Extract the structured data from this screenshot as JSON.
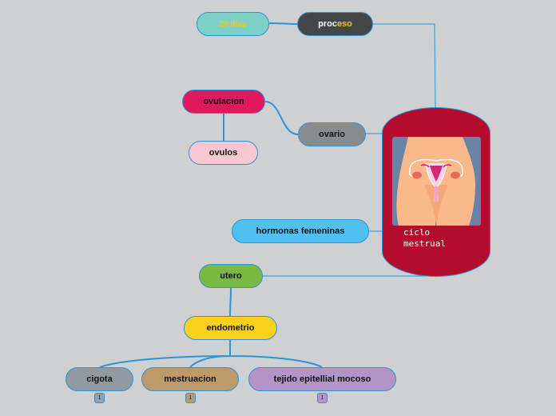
{
  "central": {
    "label_line1": "ciclo",
    "label_line2": "mestrual",
    "image_icon": "uterus-illustration-icon"
  },
  "nodes": {
    "dias": "28 días",
    "proceso_a": "proc",
    "proceso_b": "eso",
    "ovulacion": "ovulacion",
    "ovulos": "ovulos",
    "ovario": "ovario",
    "hormonas": "hormonas femeninas",
    "utero": "utero",
    "endometrio": "endometrio",
    "cigota": "cigota",
    "mestruacion": "mestruacion",
    "tejido": "tejido epitellial mocoso"
  },
  "badges": {
    "cigota": "1",
    "mestruacion": "1",
    "tejido": "1"
  },
  "colors": {
    "background": "#cfd0d2",
    "connector": "#2e93d8",
    "central_fill": "#b40c2b",
    "dias": "#7ecfc6",
    "proceso": "#434547",
    "ovulacion": "#e2185e",
    "ovulos": "#f8c7d2",
    "ovario": "#8a8b8d",
    "hormonas": "#4fc0f0",
    "utero": "#78b843",
    "endometrio": "#fbd11c",
    "cigota": "#909aa0",
    "mestruacion": "#bc9a6c",
    "tejido": "#b294c6"
  }
}
